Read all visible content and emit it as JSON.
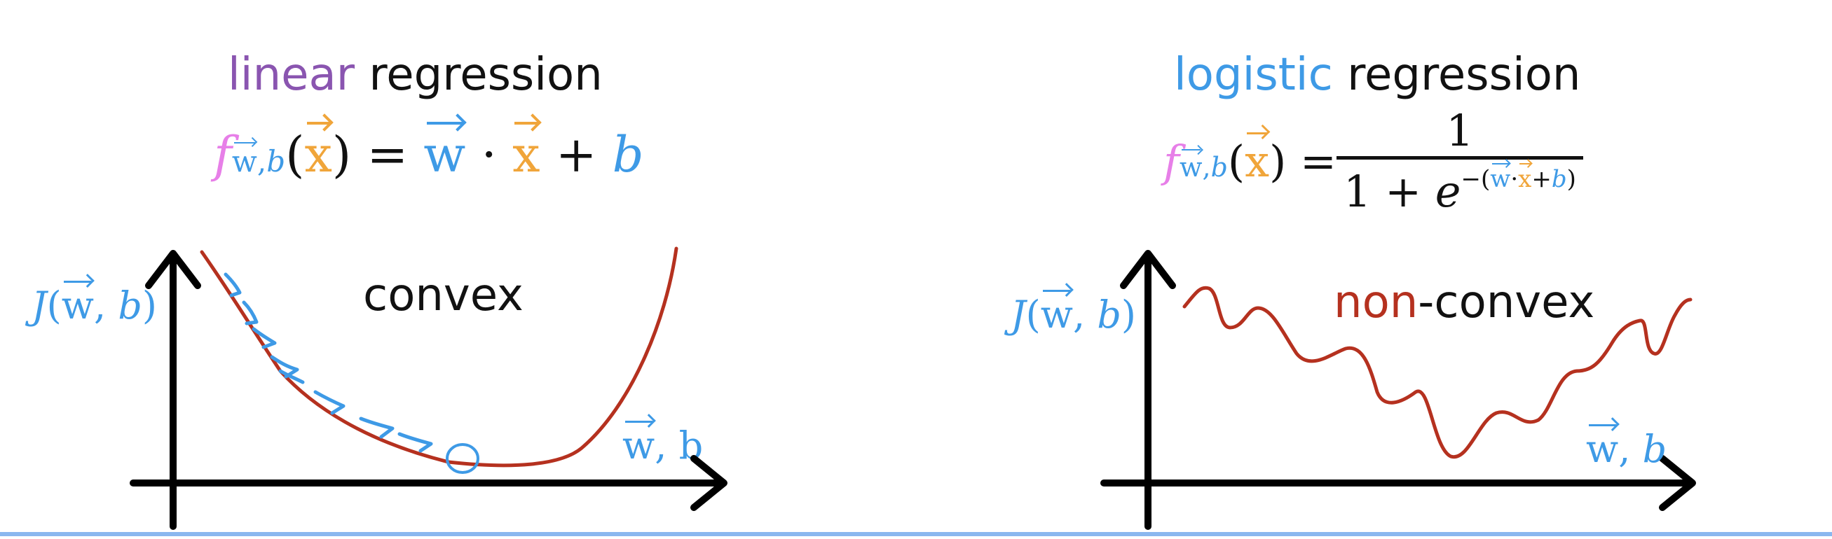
{
  "colors": {
    "purple": "#8a55b0",
    "blue": "#3e9ae6",
    "pink": "#e77fe8",
    "orange": "#f0a53a",
    "curve": "#b5311f",
    "axis": "#000000"
  },
  "left": {
    "title_word1": "linear",
    "title_word2": " regression",
    "formula": {
      "f": "f",
      "sub_w": "w",
      "sub_sep": ",",
      "sub_b": "b",
      "open": "(",
      "x": "x",
      "close": ")",
      "eq": " = ",
      "w": "w",
      "dot": " · ",
      "x2": "x",
      "plus": " + ",
      "b": "b"
    },
    "y_label": {
      "J": "J",
      "open": "(",
      "w": "w",
      "sep": ", ",
      "b": "b",
      "close": ")"
    },
    "x_label": {
      "w": "w",
      "sep": ", ",
      "b": "b"
    },
    "curve_label": "convex"
  },
  "right": {
    "title_word1": "logistic",
    "title_word2": " regression",
    "formula": {
      "f": "f",
      "sub_w": "w",
      "sub_sep": ",",
      "sub_b": "b",
      "open": "(",
      "x": "x",
      "close": ")",
      "eq": " = ",
      "numerator": "1",
      "den_prefix": "1 + ",
      "e": "e",
      "exp_open": "−(",
      "exp_w": "w",
      "exp_dot": "·",
      "exp_x": "x",
      "exp_plus": "+",
      "exp_b": "b",
      "exp_close": ")"
    },
    "y_label": {
      "J": "J",
      "open": "(",
      "w": "w",
      "sep": ", ",
      "b": "b",
      "close": ")"
    },
    "x_label": {
      "w": "w",
      "sep": ", ",
      "b": "b"
    },
    "curve_label_part1": "non",
    "curve_label_part2": "-convex"
  }
}
